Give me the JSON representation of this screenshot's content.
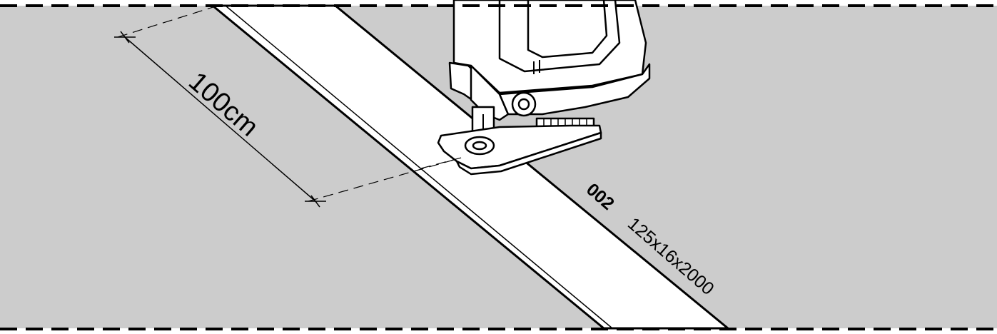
{
  "illustration": {
    "dimension_label": "100cm",
    "part_number": "002",
    "part_size": "125x16x2000",
    "colors": {
      "surface": "#cccccc",
      "board": "#ffffff",
      "outline": "#000000",
      "tool_body": "#ffffff"
    },
    "icons": {
      "tool": "jigsaw-icon"
    }
  }
}
